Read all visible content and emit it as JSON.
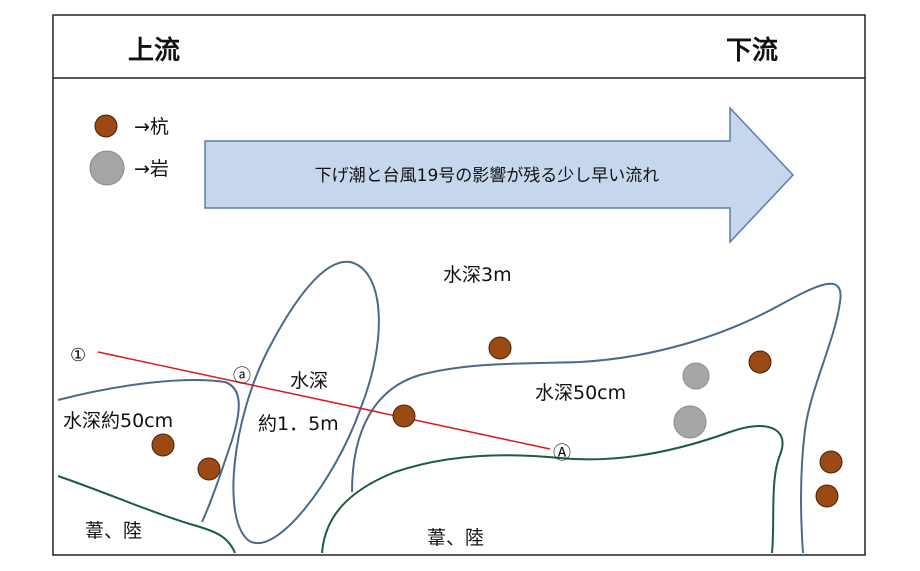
{
  "header": {
    "upstream": "上流",
    "downstream": "下流"
  },
  "legend": {
    "stake_label": "→杭",
    "rock_label": "→岩"
  },
  "arrow": {
    "text": "下げ潮と台風19号の影響が残る少し早い流れ"
  },
  "labels": {
    "depth_3m": "水深3m",
    "depth_50_right": "水深50cm",
    "depth_50_left": "水深約50cm",
    "depth_island_1": "水深",
    "depth_island_2": "約1．5m",
    "reed_land_left": "葦、陸",
    "reed_land_right": "葦、陸"
  },
  "markers": {
    "circle_1": "①",
    "circle_a": "ⓐ",
    "circle_A": "Ⓐ"
  },
  "colors": {
    "stake": "#9a4a12",
    "stake_stroke": "#4a2206",
    "rock": "#a6a6a6",
    "rock_stroke": "#888888",
    "water_line": "#4a6a8c",
    "reed_line": "#1e5c3a",
    "cast_line": "#d81c1c",
    "arrow_fill": "#c6d6ec",
    "arrow_stroke": "#5a7eac"
  }
}
